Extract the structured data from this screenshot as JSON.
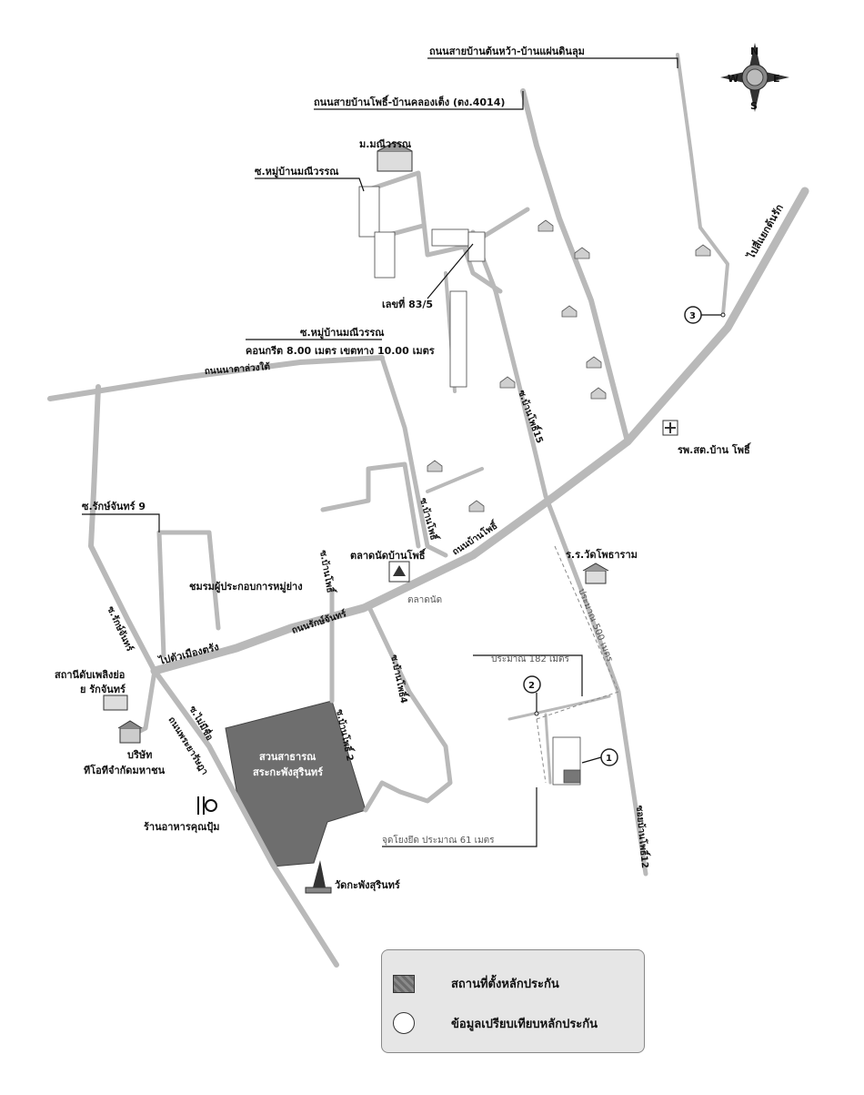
{
  "compass": {
    "n": "N",
    "s": "S",
    "e": "E",
    "w": "W"
  },
  "labels": {
    "road_north_1": "ถนนสายบ้านต้นหว้า-บ้านแผ่นดินลุม",
    "road_north_2": "ถนนสายบ้านโพธิ์-บ้านคลองเต็ง (ตง.4014)",
    "village_manee": "ม.มณีวรรณ",
    "soi_manee_1": "ซ.หมู่บ้านมณีวรรณ",
    "address": "เลขที่ 83/5",
    "soi_manee_2": "ซ.หมู่บ้านมณีวรรณ",
    "concrete": "คอนกรีต 8.00 เมตร เขตทาง 10.00 เมตร",
    "road_nahtala": "ถนนนาตาล่วงใต้",
    "to_yan_ta_khao": "ไปสี่แยกต้นรัก",
    "soi_banpho_15": "ซ.บ้านโพธิ์15",
    "hospital": "รพ.สต.บ้าน โพธิ์",
    "road_banpho": "ถนนบ้านโพธิ์",
    "soi_banpho_a": "ซ.บ้านโพธิ์",
    "soi_banpho_b": "ซ.บ้านโพธิ์",
    "market": "ตลาดนัดบ้านโพธิ์",
    "market_sub": "ตลาดนัด",
    "soi_rak_9": "ซ.รักษ์จันทร์ 9",
    "club": "ชมรมผู้ประกอบการหมู่ย่าง",
    "road_rakchan": "ถนนรักษ์จันทร์",
    "school": "ร.ร.วัดโพธาราม",
    "dist_500": "ประมาณ 500 เมตร",
    "soi_rak_main": "ซ.รักษ์จันทร์",
    "to_city": "ไปตัวเมืองตรัง",
    "fuel_1": "สถานีดับเพลิงย่อ",
    "fuel_2": "ย รักจันทร์",
    "soi_banpho_4": "ซ.บ้านโพธิ์4",
    "dist_182": "ประมาณ 182 เมตร",
    "soi_nameless": "ซ.ไม่มีชื่อ",
    "road_phraya": "ถนนพระยารัษฎา",
    "soi_banpho_2": "ซ.บ้านโพธิ์ 2",
    "park_1": "สวนสาธารณ",
    "park_2": "สระกะพังสุรินทร์",
    "company_1": "บริษัท",
    "company_2": "ทีโอทีจำกัดมหาชน",
    "restaurant": "ร้านอาหารคุณปุ้ม",
    "soi_banpho_12": "ซอยบ้านโพธิ์12",
    "ref_point": "จุดโยงยึด ประมาณ 61 เมตร",
    "temple": "วัดกะพังสุรินทร์"
  },
  "markers": {
    "m1": "1",
    "m2": "2",
    "m3": "3"
  },
  "legend": {
    "collateral_location": "สถานที่ตั้งหลักประกัน",
    "comparison_data": "ข้อมูลเปรียบเทียบหลักประกัน"
  },
  "colors": {
    "road": "#b9b9b9",
    "park": "#6e6e6e",
    "legend_bg": "#e6e6e6"
  }
}
